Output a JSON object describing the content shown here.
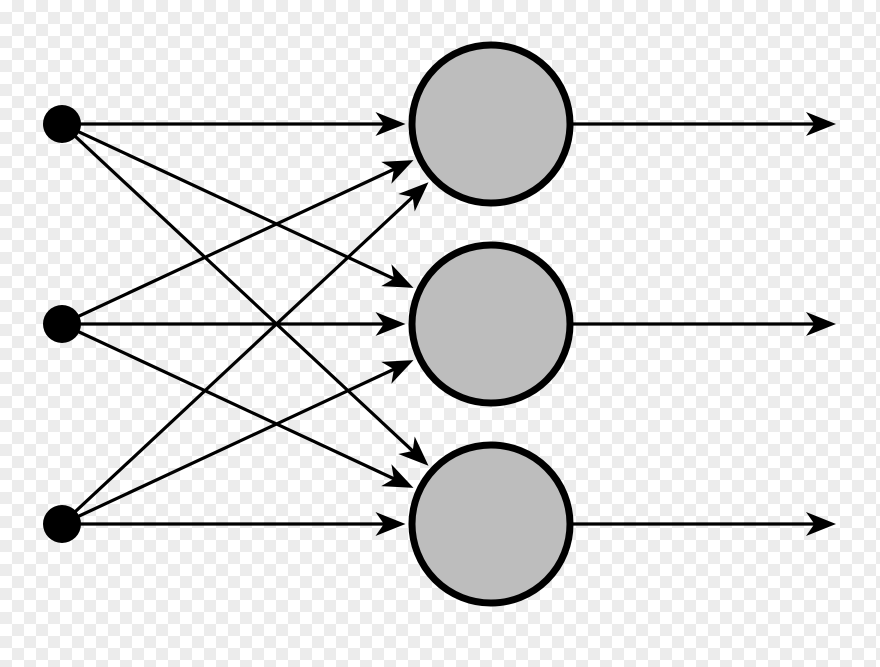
{
  "diagram": {
    "type": "neural-network-single-layer",
    "inputs": [
      {
        "id": "i1"
      },
      {
        "id": "i2"
      },
      {
        "id": "i3"
      }
    ],
    "neurons": [
      {
        "id": "n1"
      },
      {
        "id": "n2"
      },
      {
        "id": "n3"
      }
    ],
    "connections": [
      {
        "from": "i1",
        "to": "n1"
      },
      {
        "from": "i1",
        "to": "n2"
      },
      {
        "from": "i1",
        "to": "n3"
      },
      {
        "from": "i2",
        "to": "n1"
      },
      {
        "from": "i2",
        "to": "n2"
      },
      {
        "from": "i2",
        "to": "n3"
      },
      {
        "from": "i3",
        "to": "n1"
      },
      {
        "from": "i3",
        "to": "n2"
      },
      {
        "from": "i3",
        "to": "n3"
      }
    ],
    "outputs": [
      {
        "from": "n1"
      },
      {
        "from": "n2"
      },
      {
        "from": "n3"
      }
    ],
    "colors": {
      "stroke": "#000000",
      "neuron_fill": "#bdbdbd",
      "input_fill": "#000000"
    }
  }
}
